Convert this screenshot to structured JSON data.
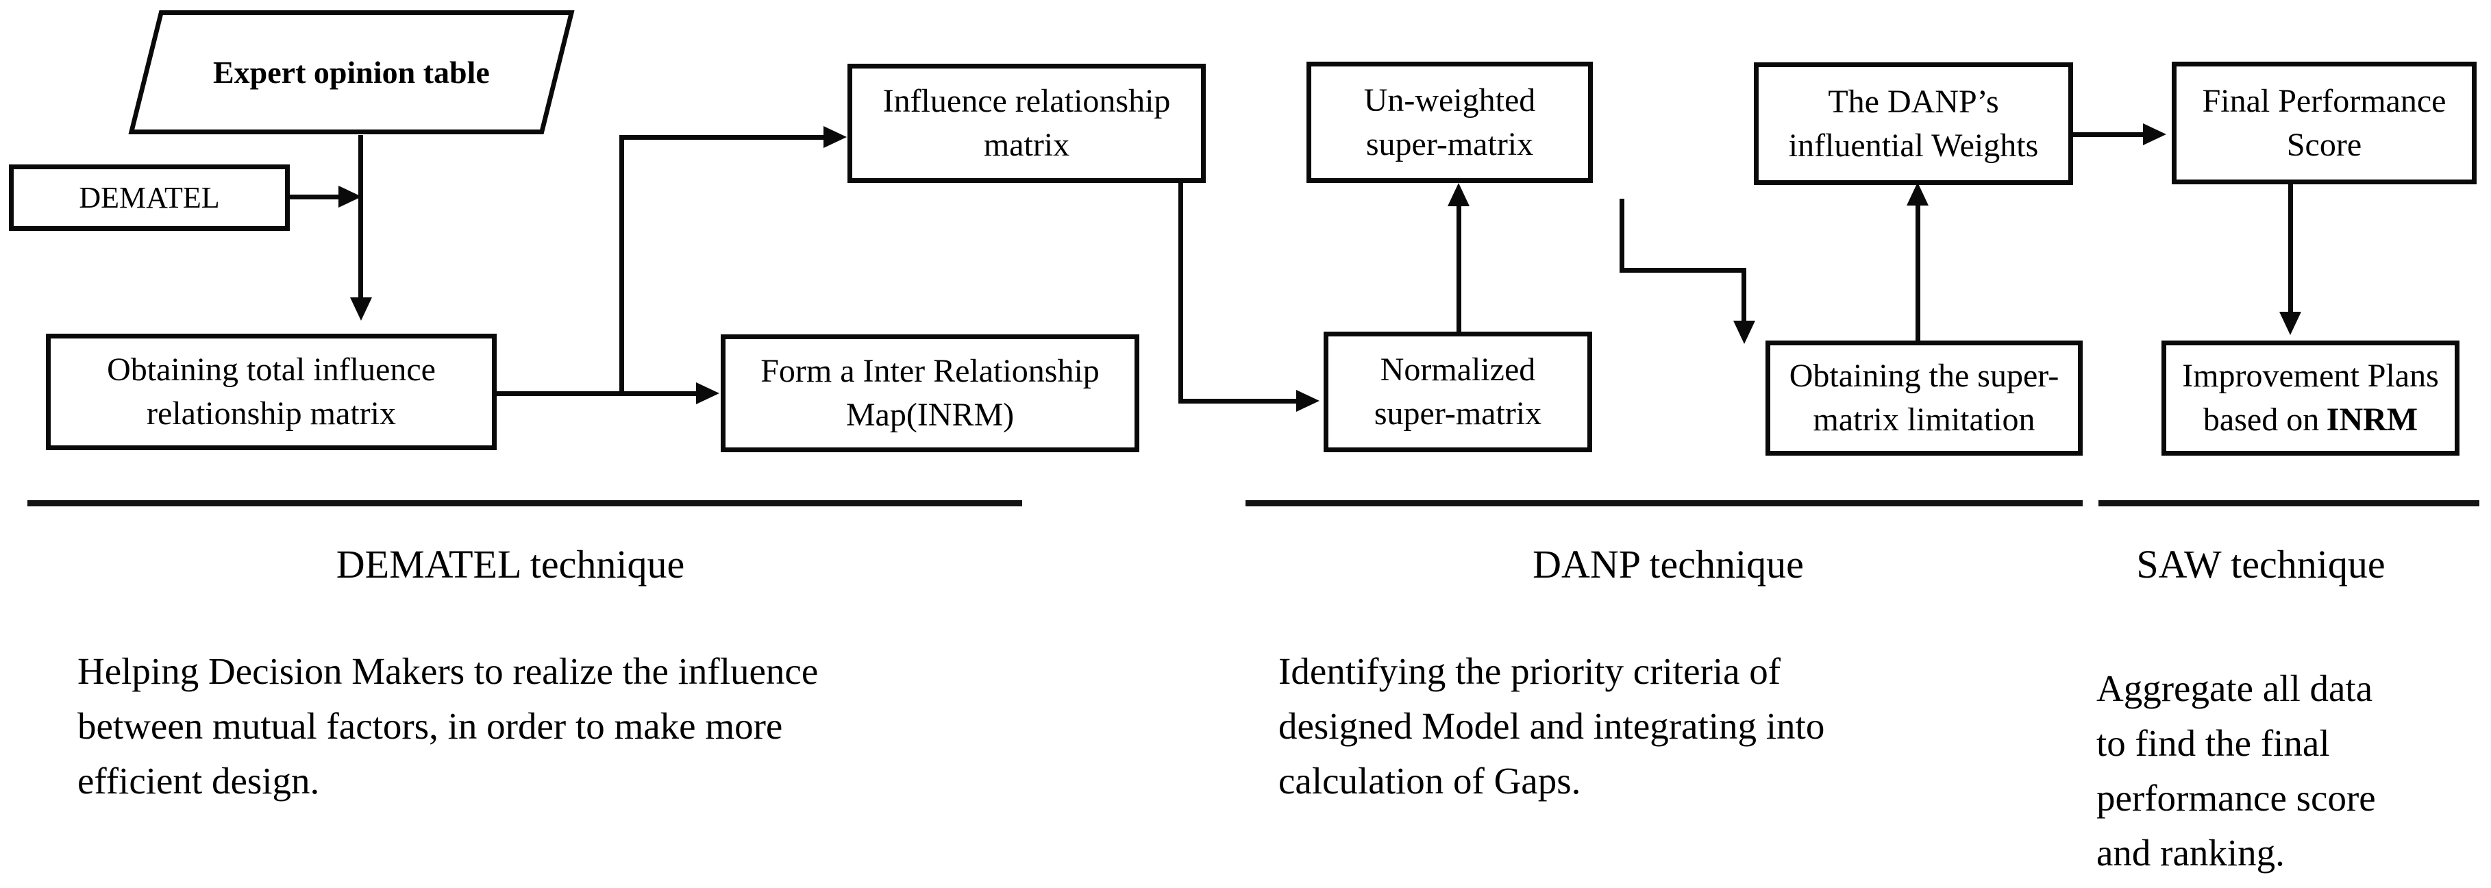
{
  "title": "MCDM methodology flowchart",
  "colors": {
    "ink": "#0a0a0a",
    "background": "#ffffff"
  },
  "nodes": {
    "expert_opinion": {
      "shape": "parallelogram",
      "lines": [
        "Expert opinion table"
      ]
    },
    "dematel": {
      "shape": "rect",
      "lines": [
        "DEMATEL"
      ]
    },
    "obtaining_total": {
      "shape": "rect",
      "lines": [
        "Obtaining total influence",
        "relationship matrix"
      ]
    },
    "influence_matrix": {
      "shape": "rect",
      "lines": [
        "Influence relationship",
        "matrix"
      ]
    },
    "inrm_map": {
      "shape": "rect",
      "lines": [
        "Form a Inter Relationship",
        "Map(INRM)"
      ]
    },
    "unweighted": {
      "shape": "rect",
      "lines": [
        "Un-weighted",
        "super-matrix"
      ]
    },
    "normalized": {
      "shape": "rect",
      "lines": [
        "Normalized",
        "super-matrix"
      ]
    },
    "danp_weights": {
      "shape": "rect",
      "lines": [
        "The DANP’s",
        "influential Weights"
      ]
    },
    "limitation": {
      "shape": "rect",
      "lines": [
        "Obtaining the super-",
        "matrix limitation"
      ]
    },
    "final_score": {
      "shape": "rect",
      "lines": [
        "Final Performance",
        "Score"
      ]
    },
    "improvement": {
      "shape": "rect",
      "lines": [
        "Improvement Plans",
        "based on"
      ],
      "bold_word": "INRM"
    }
  },
  "sections": [
    {
      "label": "DEMATEL technique",
      "description_lines": [
        "Helping Decision Makers to realize the influence",
        "between mutual factors, in order to make more",
        "efficient design."
      ]
    },
    {
      "label": "DANP technique",
      "description_lines": [
        "Identifying the priority criteria of",
        "designed Model and integrating into",
        "calculation of Gaps."
      ]
    },
    {
      "label": "SAW technique",
      "description_lines": [
        "Aggregate all data",
        "to find the final",
        "performance score",
        "and ranking."
      ]
    }
  ]
}
